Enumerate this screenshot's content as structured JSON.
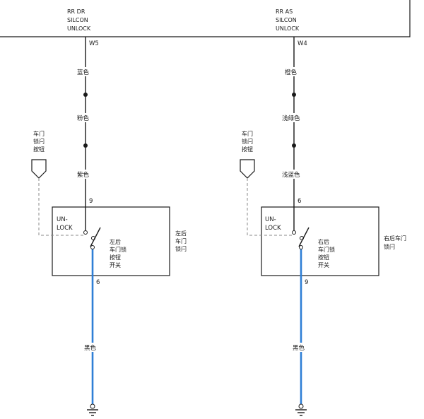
{
  "module": {
    "left_signal": [
      "RR DR",
      "SILCON",
      "UNLOCK"
    ],
    "right_signal": [
      "RR AS",
      "SILCON",
      "UNLOCK"
    ],
    "left_pin": "W5",
    "right_pin": "W4"
  },
  "left_circuit": {
    "wire_colors": [
      "蓝色",
      "粉色",
      "紫色"
    ],
    "conn_pin_top": "9",
    "conn_pin_bottom": "6",
    "ground_wire_color": "黑色",
    "switch_state": [
      "UN-",
      "LOCK"
    ],
    "switch_name": [
      "左后",
      "车门锁",
      "按钮",
      "开关"
    ],
    "component_name": [
      "左后",
      "车门",
      "锁闩"
    ],
    "button_label": [
      "车门",
      "锁闩",
      "按钮"
    ]
  },
  "right_circuit": {
    "wire_colors": [
      "橙色",
      "浅绿色",
      "浅蓝色"
    ],
    "conn_pin_top": "6",
    "conn_pin_bottom": "9",
    "ground_wire_color": "黑色",
    "switch_state": [
      "UN-",
      "LOCK"
    ],
    "switch_name": [
      "右后",
      "车门锁",
      "按钮",
      "开关"
    ],
    "component_name": [
      "右后车门",
      "锁闩"
    ],
    "button_label": [
      "车门",
      "锁闩",
      "按钮"
    ]
  },
  "colors": {
    "wire": "#1a1a1a",
    "ground_wire": "#2f7fd6",
    "dashed_link": "#8a8a8a"
  }
}
